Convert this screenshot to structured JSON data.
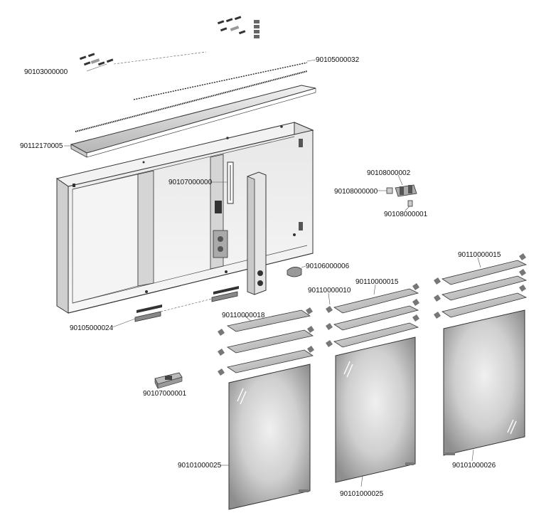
{
  "diagram": {
    "part_labels": {
      "top_screws": "90103000000",
      "rail_strip": "90105000032",
      "top_cover": "90112170005",
      "light_unit": "90107000000",
      "bracket_set": "90108000002",
      "clip": "90108000000",
      "clip_small": "90108000001",
      "socket_block": "90106000006",
      "bottom_strip": "90105000024",
      "shelf_left": "90110000018",
      "shelf_clips": "90110000010",
      "shelf_mid": "90110000015",
      "shelf_right": "90110000015",
      "transformer": "90107000001",
      "door_left": "90101000025",
      "door_mid": "90101000025",
      "door_right": "90101000026"
    }
  }
}
